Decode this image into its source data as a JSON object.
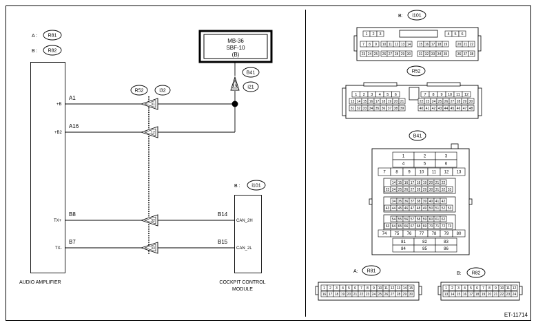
{
  "labels": {
    "a_prefix": "A :",
    "b_prefix": "B :",
    "b_prefix2": "B :",
    "b_prefix3": "B:",
    "a_prefix2": "A:",
    "b_prefix4": "B:",
    "r81": "R81",
    "r82": "R82",
    "r52": "R52",
    "i32": "i32",
    "b41": "B41",
    "i21": "i21",
    "i101": "i101",
    "fuse_line1": "MB-36",
    "fuse_line2": "SBF-10",
    "fuse_line3": "(B)",
    "audio_amp": "AUDIO AMPLIFIER",
    "ccm_line1": "COCKPIT CONTROL",
    "ccm_line2": "MODULE",
    "footer_code": "ET-11714",
    "b41_terminal": "15"
  },
  "wires": [
    {
      "amp_pin": "A1",
      "amp_name": "+B",
      "joint": "31"
    },
    {
      "amp_pin": "A16",
      "amp_name": "+B2",
      "joint": "12"
    },
    {
      "amp_pin": "B8",
      "amp_name": "TX+",
      "joint": "32",
      "ccm_pin": "B14",
      "ccm_name": "CAN_2H"
    },
    {
      "amp_pin": "B7",
      "amp_name": "TX-",
      "joint": "33",
      "ccm_pin": "B15",
      "ccm_name": "CAN_2L"
    }
  ],
  "connectors": {
    "i101": {
      "label": "i101",
      "row1_left": [
        "1",
        "2",
        "3"
      ],
      "row1_right": [
        "4",
        "5",
        "6"
      ],
      "row2_left": [
        "7",
        "8",
        "9"
      ],
      "row2_mid": [
        "10",
        "11",
        "12",
        "13",
        "14"
      ],
      "row2_right": [
        "15",
        "16",
        "17",
        "18",
        "19"
      ],
      "row2_end": [
        "20",
        "21",
        "22"
      ],
      "row3_left": [
        "23",
        "24",
        "25"
      ],
      "row3_mid": [
        "26",
        "27",
        "28",
        "29",
        "30"
      ],
      "row3_right": [
        "31",
        "32",
        "33",
        "34",
        "35"
      ],
      "row3_end": [
        "36",
        "37",
        "38"
      ]
    },
    "r52": {
      "label": "R52",
      "left_row1": [
        "1",
        "2",
        "3",
        "4",
        "5",
        "6"
      ],
      "left_row2": [
        "13",
        "14",
        "15",
        "16",
        "17",
        "18",
        "19",
        "20",
        "21"
      ],
      "left_row3": [
        "31",
        "32",
        "33",
        "34",
        "35",
        "36",
        "37",
        "38",
        "39"
      ],
      "right_row1": [
        "7",
        "8",
        "9",
        "10",
        "11",
        "12"
      ],
      "right_row2": [
        "22",
        "23",
        "24",
        "25",
        "26",
        "27",
        "28",
        "29",
        "30"
      ],
      "right_row3": [
        "40",
        "41",
        "42",
        "43",
        "44",
        "45",
        "46",
        "47",
        "48"
      ]
    },
    "b41": {
      "label": "B41",
      "grid1": [
        "1",
        "2",
        "3"
      ],
      "grid2": [
        "4",
        "5",
        "6"
      ],
      "grid3": [
        "7",
        "8",
        "9",
        "10",
        "11",
        "12",
        "13"
      ],
      "blk1_r1": [
        "14",
        "15",
        "16",
        "17",
        "18",
        "19",
        "20",
        "21",
        "22"
      ],
      "blk1_r2": [
        "23",
        "24",
        "25",
        "26",
        "27",
        "28",
        "29",
        "30",
        "31",
        "32",
        "33"
      ],
      "blk2_r1": [
        "34",
        "35",
        "36",
        "37",
        "38",
        "39",
        "40",
        "41",
        "42"
      ],
      "blk2_r2": [
        "43",
        "44",
        "45",
        "46",
        "47",
        "48",
        "49",
        "50",
        "51",
        "52",
        "53"
      ],
      "blk3_r1": [
        "54",
        "55",
        "56",
        "57",
        "58",
        "59",
        "60",
        "61",
        "62"
      ],
      "blk3_r2": [
        "63",
        "64",
        "65",
        "66",
        "67",
        "68",
        "69",
        "70",
        "71",
        "72",
        "73"
      ],
      "grid4": [
        "74",
        "75",
        "76",
        "77",
        "78",
        "79",
        "80"
      ],
      "grid5": [
        "81",
        "82",
        "83"
      ],
      "grid6": [
        "84",
        "85",
        "86"
      ]
    },
    "r81": {
      "label": "R81",
      "row1": [
        "1",
        "2",
        "3",
        "4",
        "5",
        "6",
        "7",
        "8",
        "9",
        "10",
        "11",
        "12",
        "13",
        "14",
        "15"
      ],
      "row2": [
        "16",
        "17",
        "18",
        "19",
        "20",
        "21",
        "22",
        "23",
        "24",
        "25",
        "26",
        "27",
        "28",
        "29",
        "30"
      ]
    },
    "r82": {
      "label": "R82",
      "row1": [
        "1",
        "2",
        "3",
        "4",
        "5",
        "6",
        "7",
        "8",
        "9",
        "10",
        "11",
        "12"
      ],
      "row2": [
        "13",
        "14",
        "15",
        "16",
        "17",
        "18",
        "19",
        "20",
        "21",
        "22",
        "23",
        "24"
      ]
    }
  }
}
